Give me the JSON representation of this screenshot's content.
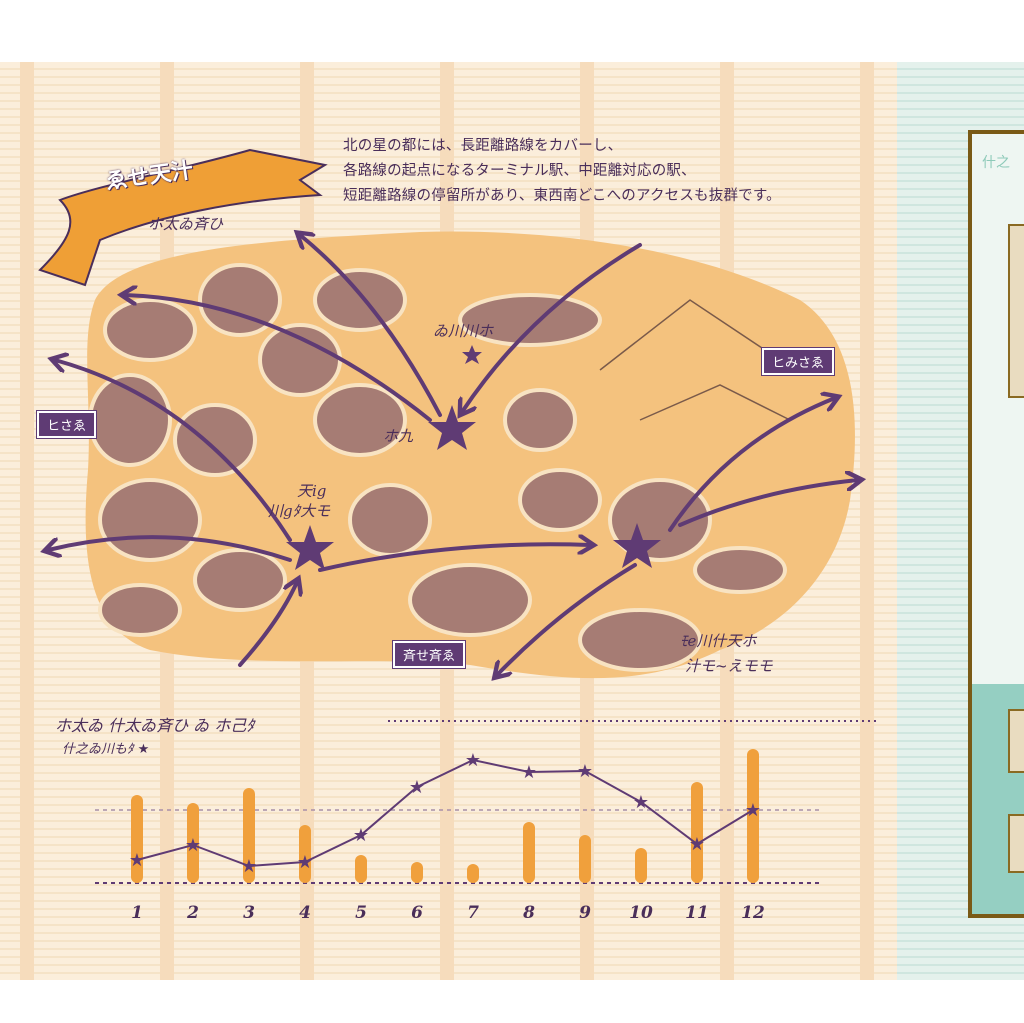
{
  "intro_text": [
    "北の星の都には、長距離路線をカバーし、",
    "各路線の起点になるターミナル駅、中距離対応の駅、",
    "短距離路線の停留所があり、東西南どこへのアクセスも抜群です。"
  ],
  "banner": {
    "title": "ゑせ天汁",
    "subtitle": "ホ太ゐ斉ひ"
  },
  "map_labels": {
    "north_station": "ゐ川川ホ",
    "central_station": "ホ九",
    "west_station_top": "天ig",
    "west_station_bottom": "川gﾀ大モ",
    "southeast_caption_1": "ﾓe川什天ホ",
    "southeast_caption_2": "汁モ~えモモ"
  },
  "direction_tags": {
    "west": "ヒさゑ",
    "east": "ヒみさゑ",
    "south": "斉せ斉ゑ"
  },
  "side_panel": {
    "label": "什之"
  },
  "chart_data": {
    "type": "bar+line",
    "title": "ホ太ゐ 什太ゐ斉ひ ゐ ホ己ﾀ",
    "legend": [
      {
        "name": "什之ゐ川もﾀ",
        "marker": "star"
      }
    ],
    "categories": [
      "1",
      "2",
      "3",
      "4",
      "5",
      "6",
      "7",
      "8",
      "9",
      "10",
      "11",
      "12"
    ],
    "series": [
      {
        "kind": "bar",
        "color": "#f0a03c",
        "values": [
          88,
          80,
          95,
          58,
          28,
          21,
          19,
          61,
          48,
          35,
          101,
          134
        ]
      },
      {
        "kind": "line",
        "name": "什之ゐ川もﾀ",
        "marker": "star",
        "color": "#5f3b74",
        "values": [
          23,
          38,
          17,
          21,
          48,
          96,
          123,
          111,
          112,
          81,
          39,
          73
        ]
      }
    ],
    "reference_line": 73,
    "axis_labels_visible": false,
    "grid": false
  },
  "colors": {
    "purple": "#5f3b74",
    "map_orange": "#f4c27e",
    "block_brown": "#a67c74",
    "bar_orange": "#f0a03c",
    "mint": "#cfe6df"
  }
}
